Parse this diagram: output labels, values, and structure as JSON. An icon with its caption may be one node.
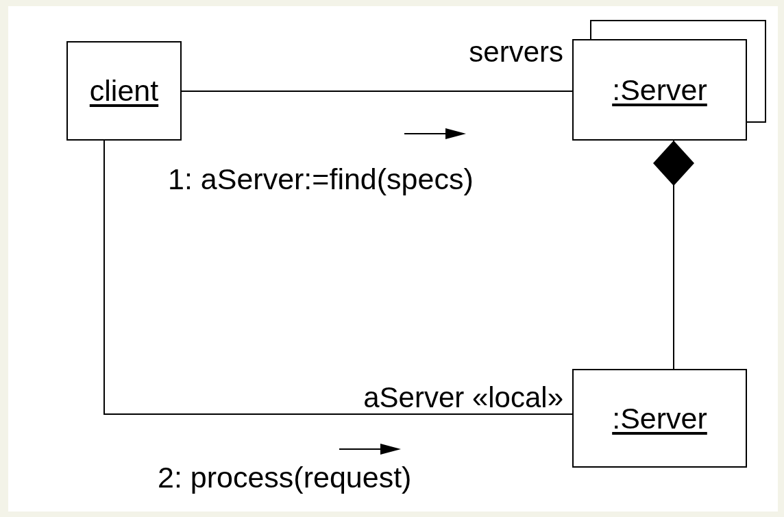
{
  "diagram": {
    "nodes": [
      {
        "text": [
          "client"
        ]
      },
      {
        "text": [
          ":Server"
        ]
      },
      {
        "text": [
          ":Server"
        ]
      }
    ],
    "edges": [
      {
        "from": 0,
        "to": 1,
        "arrow": "none",
        "label": "servers"
      },
      {
        "from": 2,
        "to": 1,
        "arrow": "other"
      },
      {
        "from": 0,
        "to": 2,
        "arrow": "none",
        "label": "aServer «local»"
      }
    ],
    "labels": [
      "1: aServer:=find(specs)",
      "2: process(request)"
    ]
  }
}
